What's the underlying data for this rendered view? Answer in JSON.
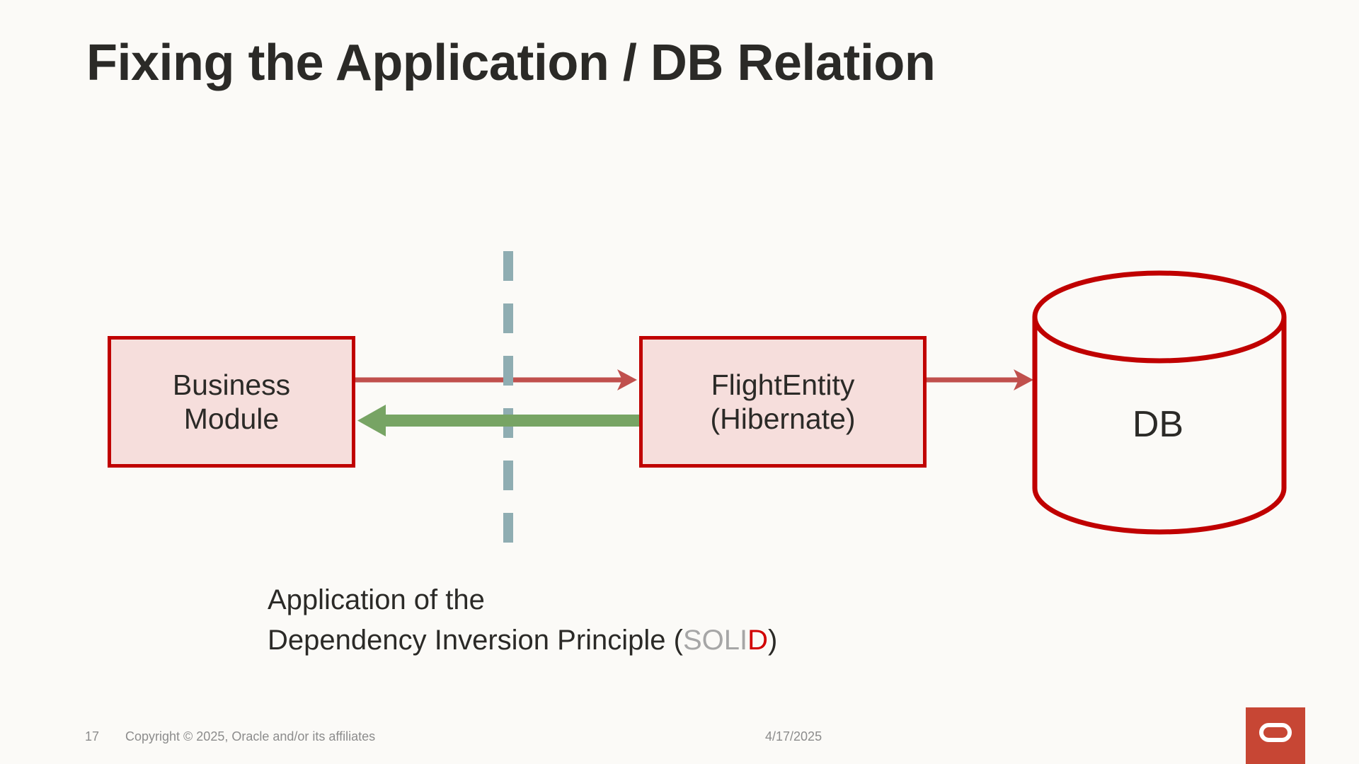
{
  "slide": {
    "title": "Fixing the Application / DB Relation",
    "background_color": "#FBFAF7",
    "title_color": "#2B2A27"
  },
  "diagram": {
    "nodes": [
      {
        "id": "business-module",
        "label": "Business\nModule",
        "shape": "rectangle",
        "fill_color": "#F6DEDC",
        "border_color": "#C00000"
      },
      {
        "id": "flight-entity",
        "label": "FlightEntity\n(Hibernate)",
        "shape": "rectangle",
        "fill_color": "#F6DEDC",
        "border_color": "#C00000"
      },
      {
        "id": "database",
        "label": "DB",
        "shape": "cylinder",
        "fill_color": "#FBFAF7",
        "border_color": "#C00000"
      }
    ],
    "connectors": [
      {
        "id": "business-to-entity",
        "from": "business-module",
        "to": "flight-entity",
        "color": "#C0504D",
        "style": "thin-arrow",
        "direction": "right"
      },
      {
        "id": "entity-to-business",
        "from": "flight-entity",
        "to": "business-module",
        "color": "#77A464",
        "style": "thick-arrow",
        "direction": "left"
      },
      {
        "id": "entity-to-db",
        "from": "flight-entity",
        "to": "database",
        "color": "#C0504D",
        "style": "thin-arrow",
        "direction": "right"
      }
    ],
    "boundary": {
      "id": "module-boundary",
      "style": "dashed-vertical",
      "color": "#8FADB2"
    }
  },
  "caption": {
    "line1": "Application of the",
    "line2_prefix": "Dependency Inversion Principle (",
    "line2_acronym_gray": "SOLI",
    "line2_acronym_red": "D",
    "line2_suffix": ")"
  },
  "footer": {
    "page_number": "17",
    "copyright": "Copyright © 2025, Oracle and/or its affiliates",
    "date": "4/17/2025",
    "logo_name": "oracle-logo",
    "logo_color": "#C74634"
  }
}
